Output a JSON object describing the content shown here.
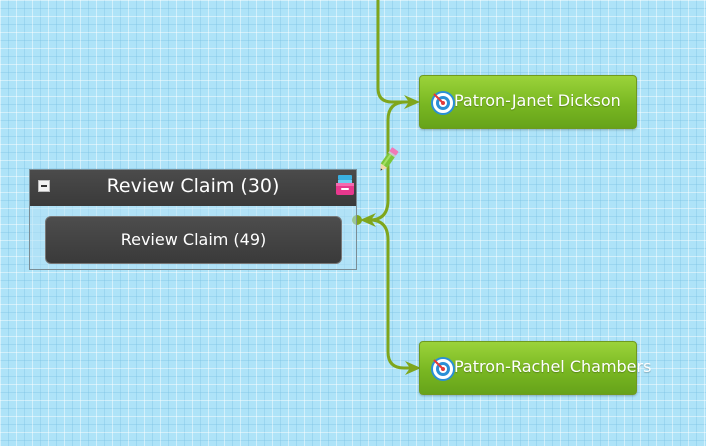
{
  "group": {
    "title": "Review Claim (30)",
    "child_label": "Review Claim (49)",
    "icons": {
      "collapse": "collapse-icon",
      "tray": "tray-icon"
    }
  },
  "nodes": [
    {
      "label": "Patron-Janet Dickson",
      "icon": "target-icon"
    },
    {
      "label": "Patron-Rachel Chambers",
      "icon": "target-icon"
    }
  ],
  "connector": {
    "icon": "pencil-icon"
  },
  "colors": {
    "background": "#aee3f8",
    "connector": "#7fa61c",
    "node_green": "#79b722",
    "group_header": "#3f3f3f"
  }
}
